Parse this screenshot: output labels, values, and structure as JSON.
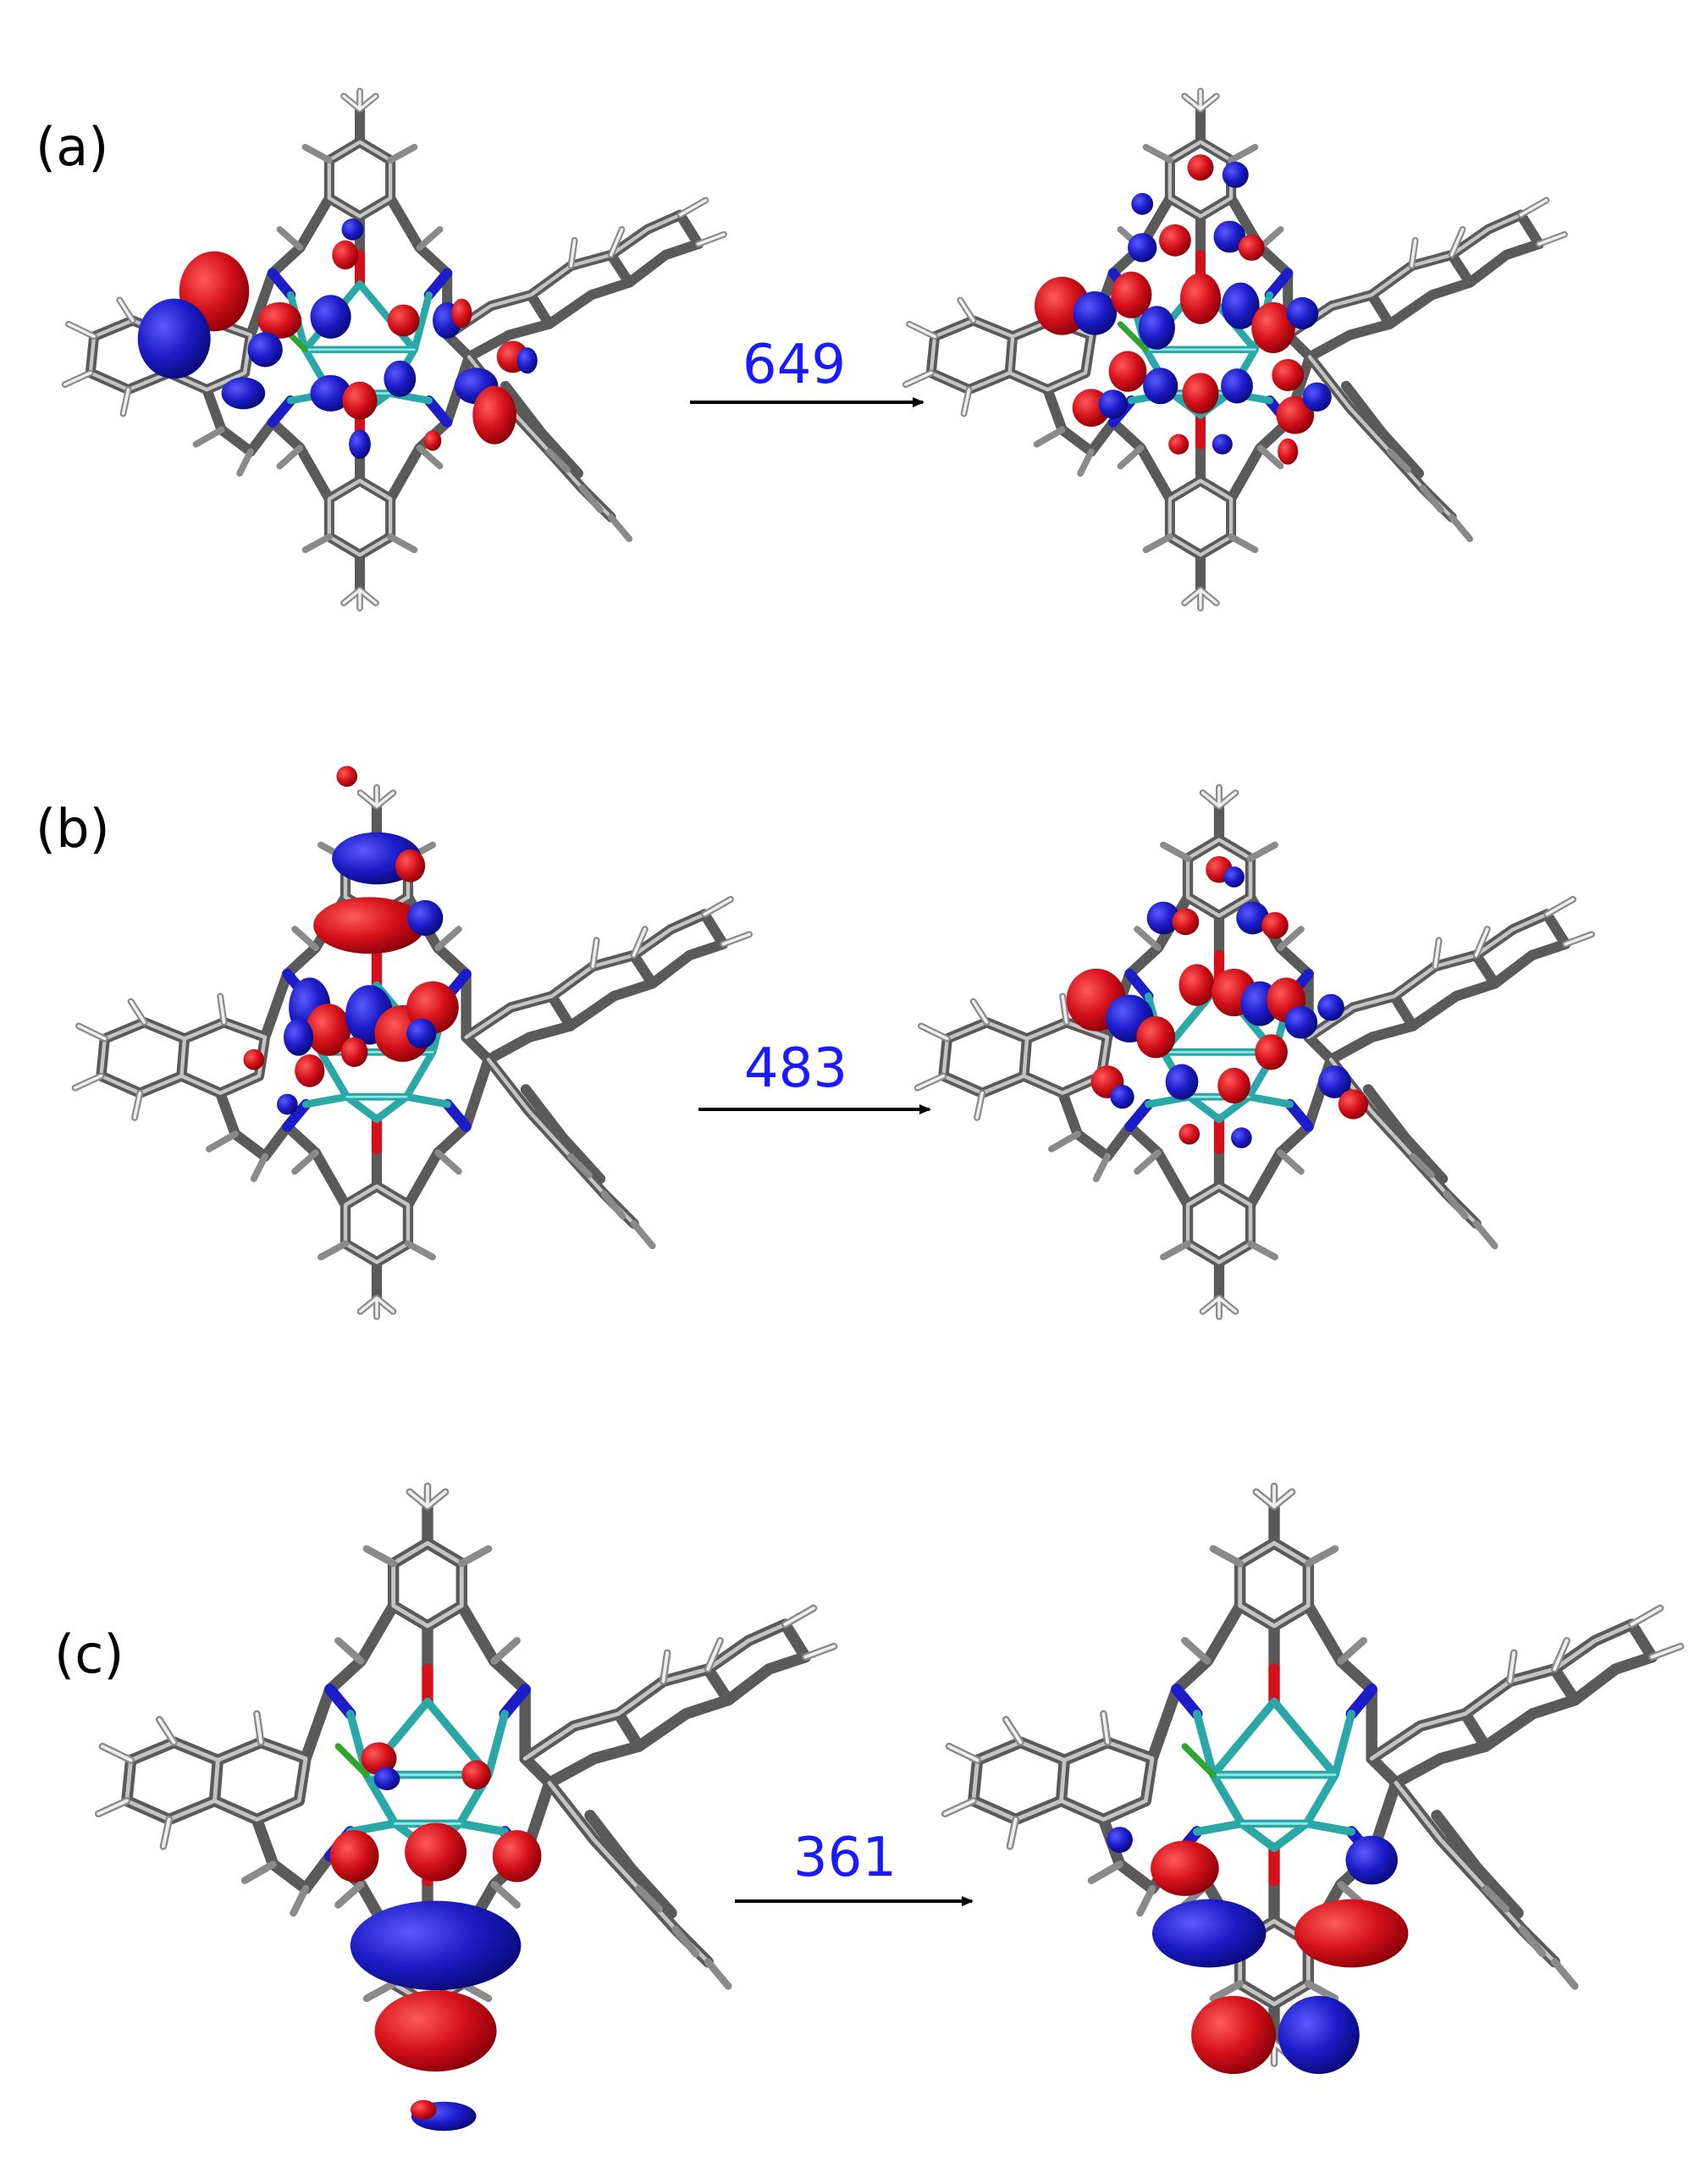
{
  "figure": {
    "panels": [
      {
        "id": "a",
        "label": "(a)",
        "transition_value": "649"
      },
      {
        "id": "b",
        "label": "(b)",
        "transition_value": "483"
      },
      {
        "id": "c",
        "label": "(c)",
        "transition_value": "361"
      }
    ]
  },
  "colors": {
    "orbital_positive": "#d4111a",
    "orbital_negative": "#1c1cc8",
    "bond_carbon": "#9a9a9a",
    "bond_hydrogen": "#e6e6e6",
    "bond_metal": "#38c3c3",
    "atom_nitrogen": "#1c1cc8",
    "atom_oxygen": "#d4111a",
    "atom_chlorine": "#2fa52f",
    "arrow": "#000000",
    "energy_label": "#1a1aff"
  }
}
